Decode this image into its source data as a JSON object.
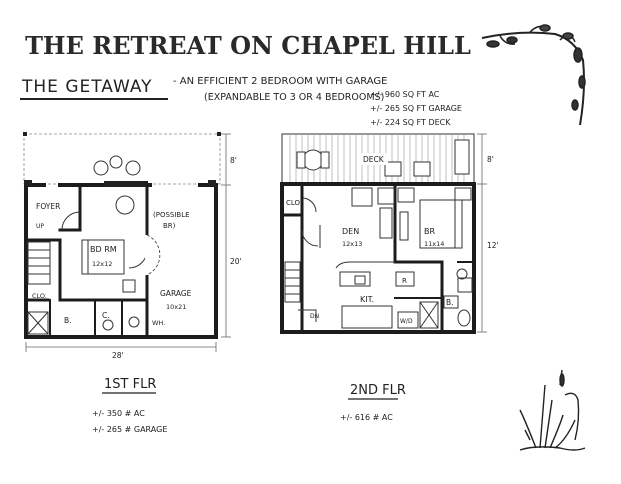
{
  "title": "THE RETREAT ON CHAPEL HILL",
  "plan_name": "THE GETAWAY",
  "description_line1": "- AN EFFICIENT 2 BEDROOM WITH GARAGE",
  "description_line2": "(EXPANDABLE TO 3 OR 4 BEDROOMS)",
  "specs": [
    "+/- 960 SQ FT AC",
    "+/- 265 SQ FT GARAGE",
    "+/- 224 SQ FT DECK"
  ],
  "first_floor": {
    "label": "1ST FLR",
    "area_lines": [
      "+/- 350 # AC",
      "+/- 265 # GARAGE"
    ],
    "labels": {
      "foyer": "FOYER",
      "up": "UP",
      "bdrm": "BD RM",
      "bdrm_size": "12x12",
      "possible": "(POSSIBLE",
      "possible2": "BR)",
      "garage": "GARAGE",
      "garage_size": "10x21",
      "clo": "CLO.",
      "bath": "B.",
      "closet": "C.",
      "wh": "WH."
    },
    "dims": {
      "top": "8'",
      "side": "20'",
      "bottom": "28'"
    }
  },
  "second_floor": {
    "label": "2ND FLR",
    "area_lines": [
      "+/- 616 # AC"
    ],
    "labels": {
      "deck": "DECK",
      "clo": "CLO",
      "den": "DEN",
      "den_size": "12x13",
      "br": "BR",
      "br_size": "11x14",
      "ref": "R",
      "kit": "KIT.",
      "wd": "W/D",
      "bath": "B.",
      "dn": "DN"
    },
    "dims": {
      "top": "8'",
      "side": "12'"
    }
  },
  "colors": {
    "ink": "#1c1c1c",
    "paper": "#ffffff"
  }
}
